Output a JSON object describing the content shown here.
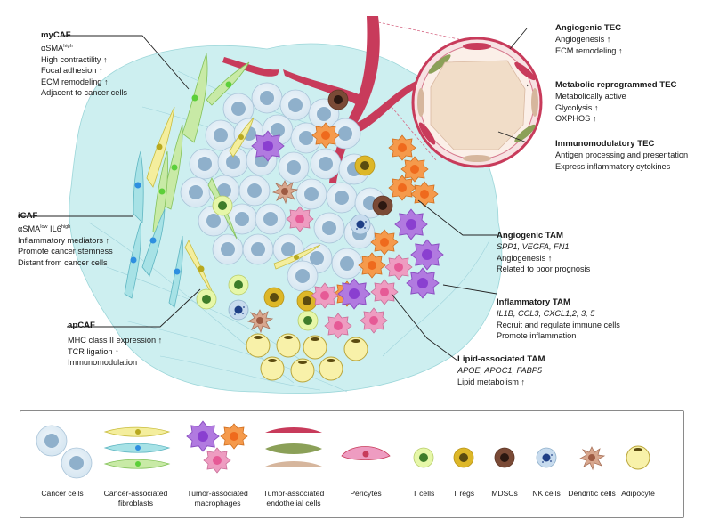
{
  "labels": {
    "mycaf": {
      "title": "myCAF",
      "marker_base": "αSMA",
      "marker_sup": "high",
      "lines": [
        "High contractility ↑",
        "Focal adhesion ↑",
        "ECM remodeling ↑",
        "Adjacent to cancer cells"
      ]
    },
    "icaf": {
      "title": "iCAF",
      "marker_a": "αSMA",
      "marker_a_sup": "low",
      "marker_b": " IL6",
      "marker_b_sup": "high",
      "lines": [
        "Inflammatory mediators ↑",
        "Promote cancer stemness",
        "Distant from cancer cells"
      ]
    },
    "apcaf": {
      "title": "apCAF",
      "lines": [
        "MHC class II expression ↑",
        "TCR ligation ↑",
        "Immunomodulation"
      ]
    },
    "angiogenic_tec": {
      "title": "Angiogenic TEC",
      "lines": [
        "Angiogenesis ↑",
        "ECM remodeling ↑"
      ]
    },
    "metabolic_tec": {
      "title": "Metabolic reprogrammed TEC",
      "lines": [
        "Metabolically active",
        "Glycolysis ↑",
        "OXPHOS ↑"
      ]
    },
    "immuno_tec": {
      "title": "Immunomodulatory TEC",
      "lines": [
        "Antigen processing and presentation",
        "Express inflammatory cytokines"
      ]
    },
    "angiogenic_tam": {
      "title": "Angiogenic TAM",
      "genes": "SPP1, VEGFA, FN1",
      "lines": [
        "Angiogenesis ↑",
        "Related to poor prognosis"
      ]
    },
    "inflammatory_tam": {
      "title": "Inflammatory TAM",
      "genes": "IL1B, CCL3, CXCL1,2, 3, 5",
      "lines": [
        "Recruit and regulate immune cells",
        "Promote inflammation"
      ]
    },
    "lipid_tam": {
      "title": "Lipid-associated TAM",
      "genes": "APOE, APOC1, FABP5",
      "lines": [
        "Lipid metabolism ↑"
      ]
    }
  },
  "legend": [
    {
      "name": "Cancer cells"
    },
    {
      "name": "Cancer-associated fibroblasts"
    },
    {
      "name": "Tumor-associated macrophages"
    },
    {
      "name": "Tumor-associated endothelial cells"
    },
    {
      "name": "Pericytes"
    },
    {
      "name": "T cells"
    },
    {
      "name": "T regs"
    },
    {
      "name": "MDSCs"
    },
    {
      "name": "NK cells"
    },
    {
      "name": "Dendritic cells"
    },
    {
      "name": "Adipocyte"
    }
  ],
  "colors": {
    "tme_bg": "#cdeff0",
    "cancer": "#dbe9f3",
    "cancer_nucleus": "#8fb0cb",
    "mycaf": "#c8eaa6",
    "icaf": "#a7e2e6",
    "apcaf": "#f4ee9d",
    "vessel": "#c83b5b",
    "tcell": "#e6f7a8",
    "treg": "#ddb728",
    "mdsc": "#7a4a36",
    "nk": "#c7dbee",
    "dendritic": "#d8a78e",
    "adipocyte": "#f8f1a9",
    "tam_purple": "#b17ae0",
    "tam_orange": "#f59a4c",
    "tam_pink": "#ee9cc1"
  }
}
